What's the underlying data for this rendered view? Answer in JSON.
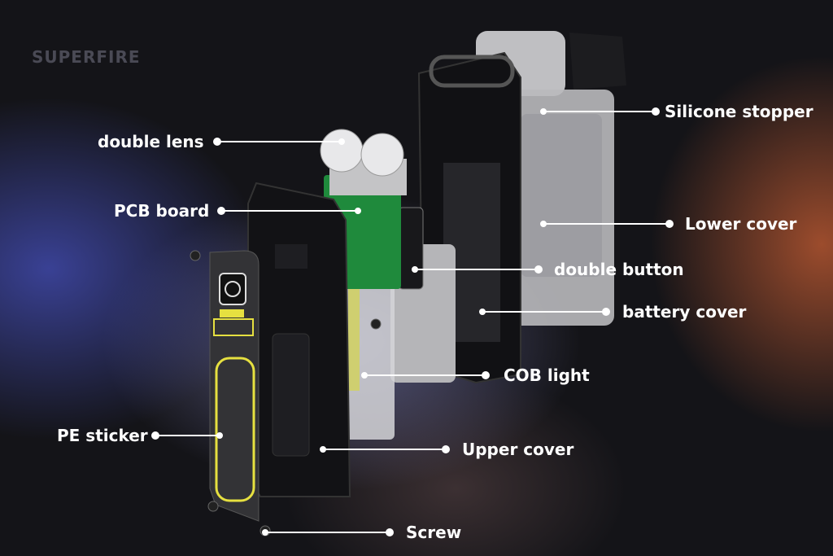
{
  "brand": "SUPERFIRE",
  "labels": {
    "silicone_stopper": "Silicone stopper",
    "double_lens": "double lens",
    "pcb_board": "PCB board",
    "lower_cover": "Lower cover",
    "double_button": "double button",
    "battery_cover": "battery cover",
    "cob_light": "COB light",
    "pe_sticker": "PE sticker",
    "upper_cover": "Upper cover",
    "screw": "Screw"
  },
  "colors": {
    "accent_yellow": "#e6e040",
    "pcb_green": "#1f8a3c",
    "leader": "#ffffff"
  }
}
